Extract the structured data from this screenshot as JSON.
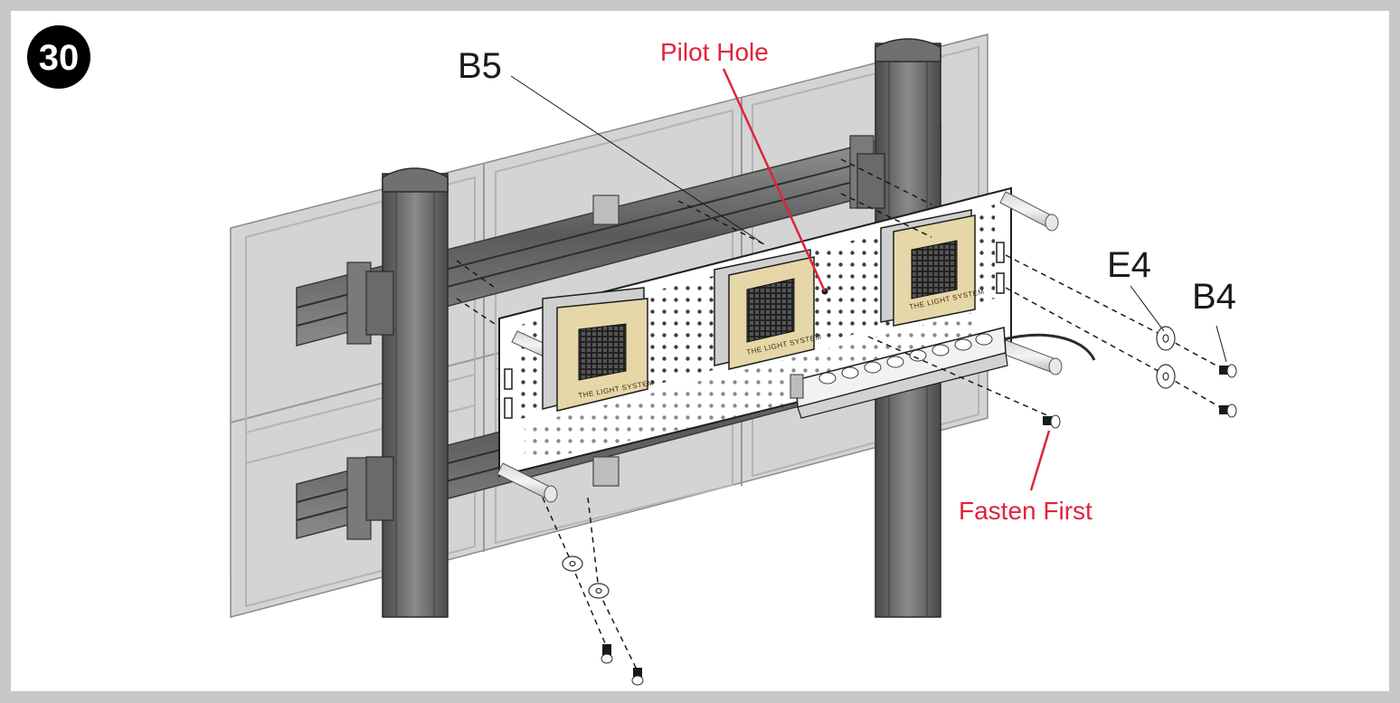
{
  "step": {
    "number": "30"
  },
  "callouts": {
    "b5": "B5",
    "pilot_hole": "Pilot Hole",
    "e4": "E4",
    "b4": "B4",
    "fasten_first": "Fasten First"
  },
  "device_brand": "THE LIGHT SYSTEM",
  "colors": {
    "callout_red": "#e0243a",
    "label_black": "#1a1a1a",
    "device_tan": "#e6d7a8",
    "column_gray": "#5e5e5e",
    "panel_gray": "#d2d2d2",
    "border_gray": "#c8c8c8"
  }
}
